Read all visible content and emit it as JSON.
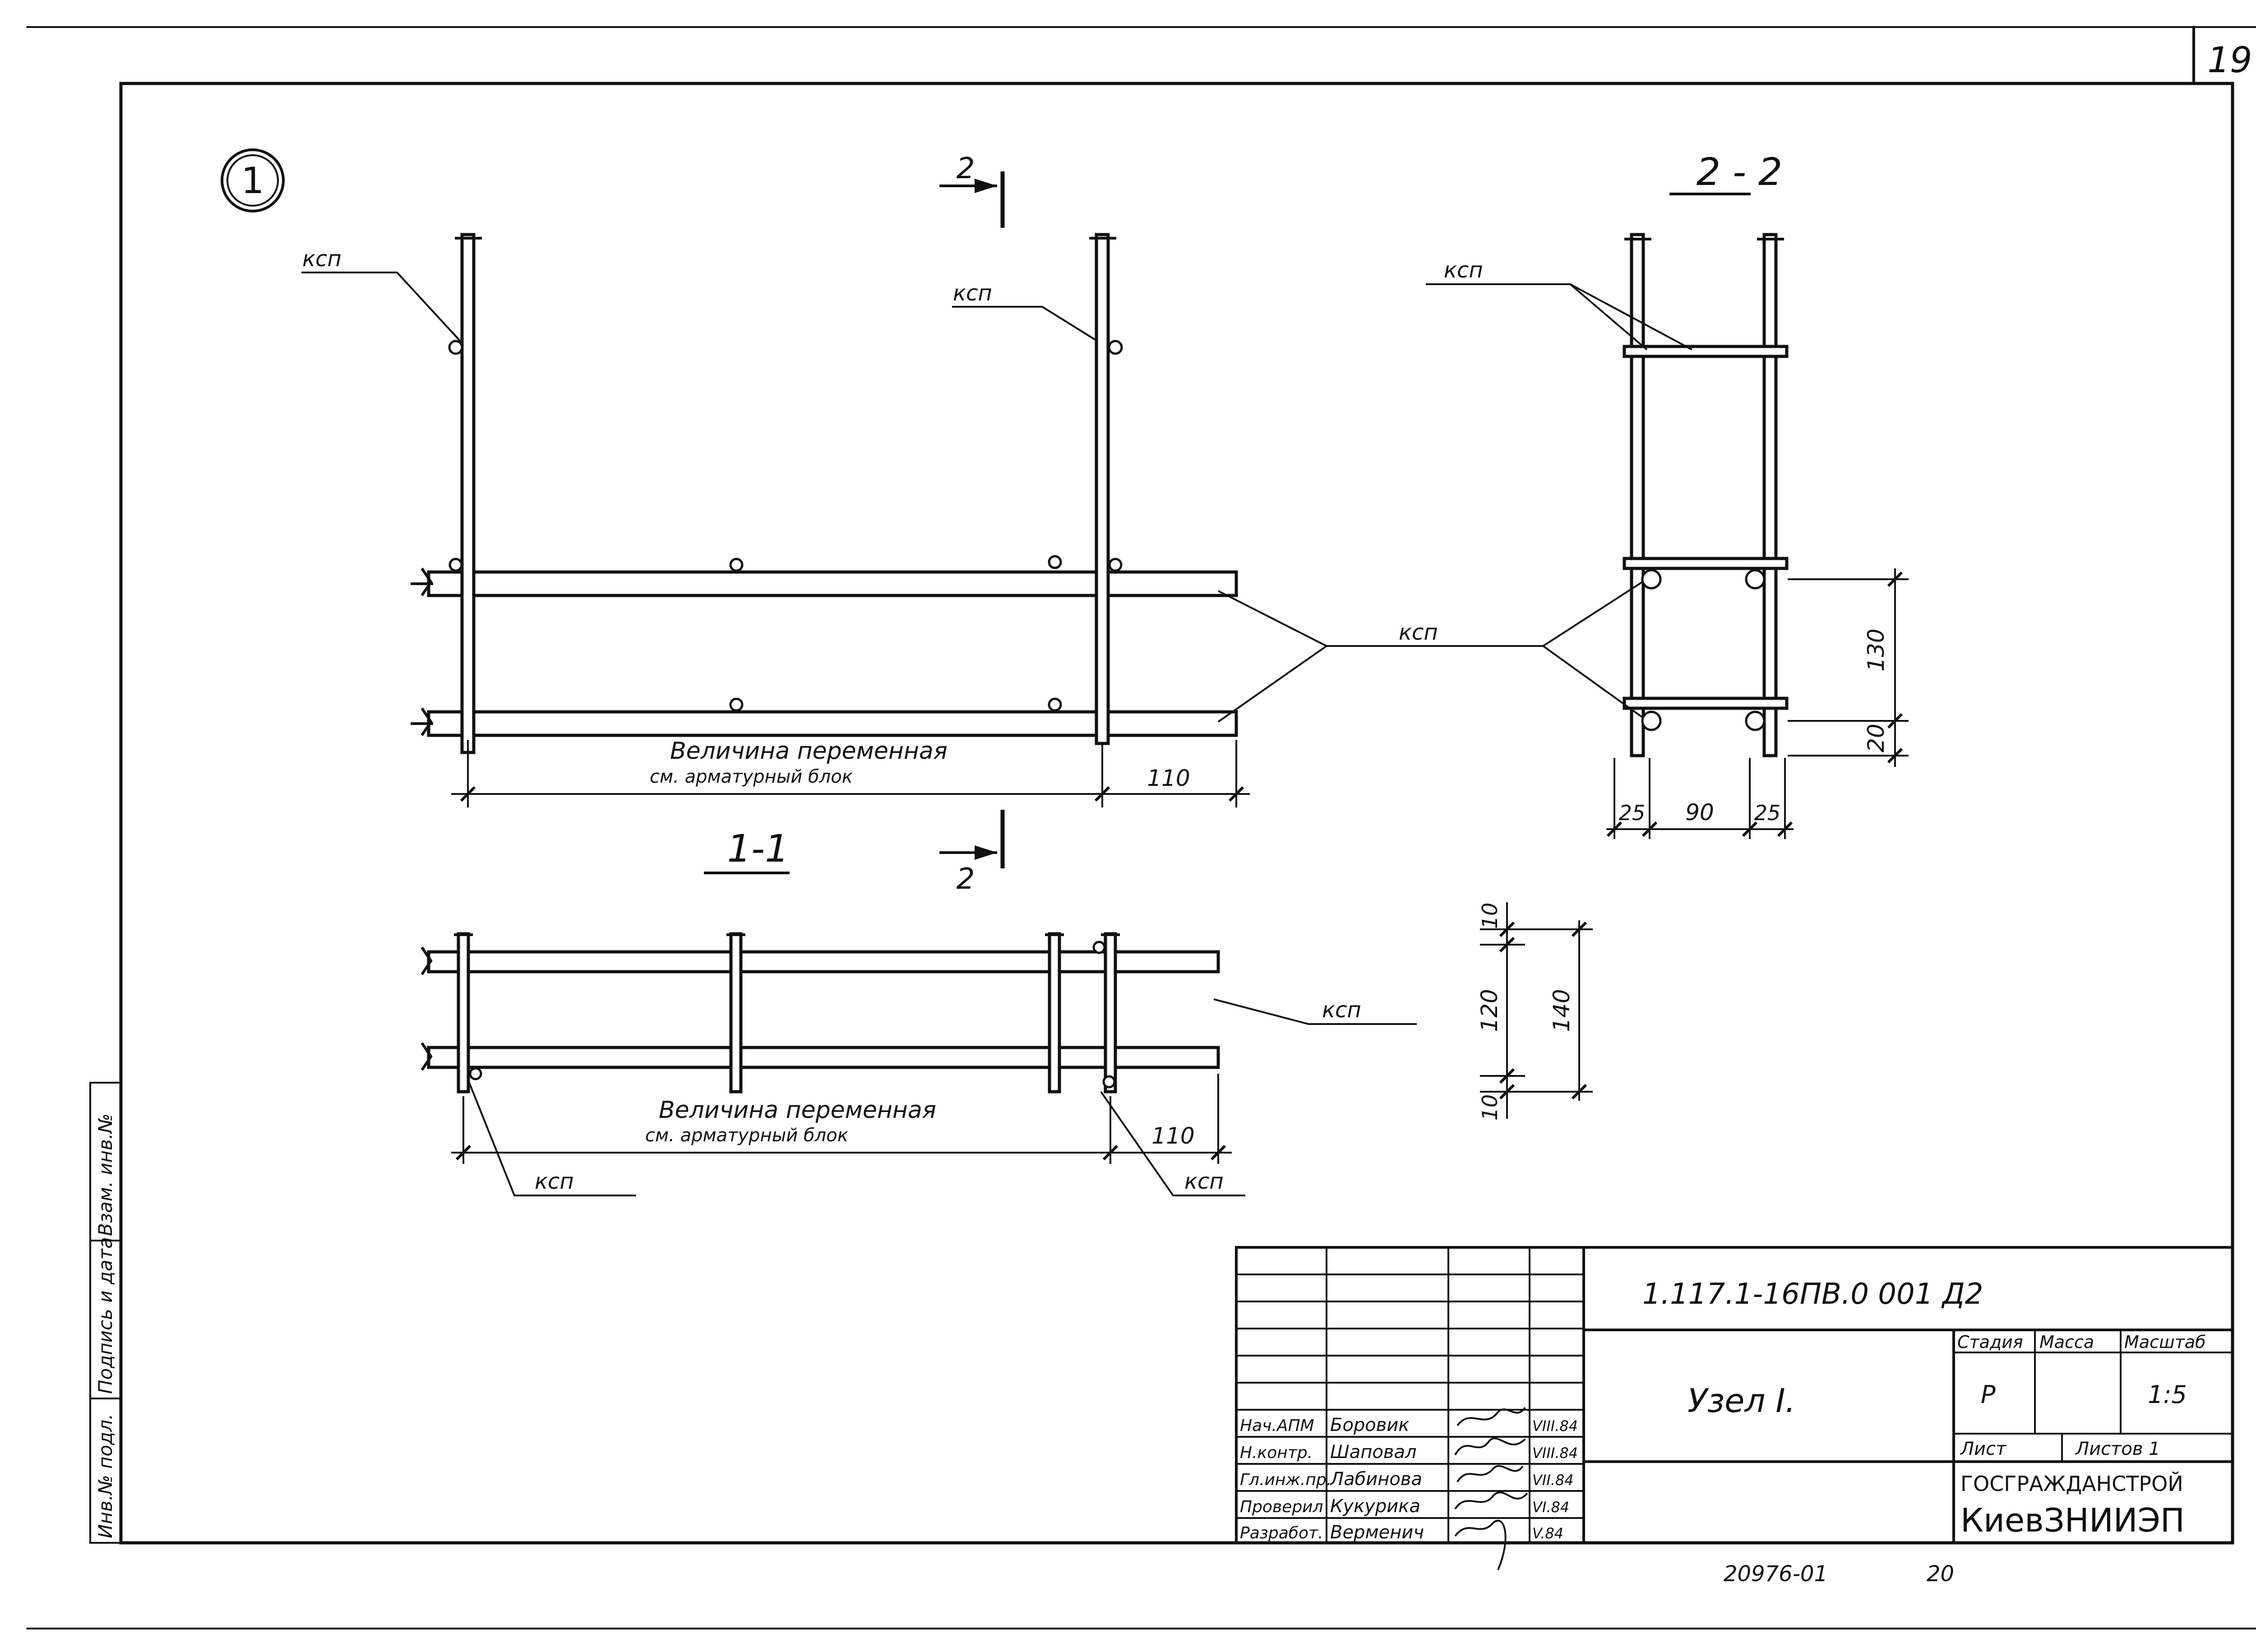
{
  "sheet": {
    "page_number": "19",
    "detail_marker": "1",
    "label_ksp": "ксп",
    "section_1_1": "1-1",
    "section_2_2": "2 - 2",
    "cut_arrow": "2"
  },
  "view_top": {
    "span_label_1": "Величина переменная",
    "span_label_2": "см. арматурный блок",
    "end_dim": "110"
  },
  "view_bottom": {
    "span_label_1": "Величина переменная",
    "span_label_2": "см. арматурный блок",
    "end_dim": "110",
    "dim_10_top": "10",
    "dim_120": "120",
    "dim_10_bottom": "10",
    "dim_140": "140"
  },
  "view_section": {
    "dim_130": "130",
    "dim_20": "20",
    "dim_25_left": "25",
    "dim_90": "90",
    "dim_25_right": "25"
  },
  "left_strip": {
    "cells": [
      "Инв.№ подл.",
      "Подпись и дата",
      "Взам. инв.№"
    ]
  },
  "title_block": {
    "document_code": "1.117.1-16ПВ.0 001 Д2",
    "title": "Узел I.",
    "stage_header": "Стадия",
    "mass_header": "Масса",
    "scale_header": "Масштаб",
    "stage_value": "Р",
    "scale_value": "1:5",
    "sheet_label": "Лист",
    "sheets_label": "Листов 1",
    "org_1": "ГОСГРАЖДАНСТРОЙ",
    "org_2": "КиевЗНИИЭП",
    "signatures": [
      {
        "role": "Нач.АПМ",
        "name": "Боровик",
        "date": "VIII.84"
      },
      {
        "role": "Н.контр.",
        "name": "Шаповал",
        "date": "VIII.84"
      },
      {
        "role": "Гл.инж.пр.",
        "name": "Лабинова",
        "date": "VII.84"
      },
      {
        "role": "Проверил",
        "name": "Кукурика",
        "date": "VI.84"
      },
      {
        "role": "Разработ.",
        "name": "Верменич",
        "date": "V.84"
      }
    ]
  },
  "footer": {
    "order_number": "20976-01",
    "copy_number": "20"
  }
}
